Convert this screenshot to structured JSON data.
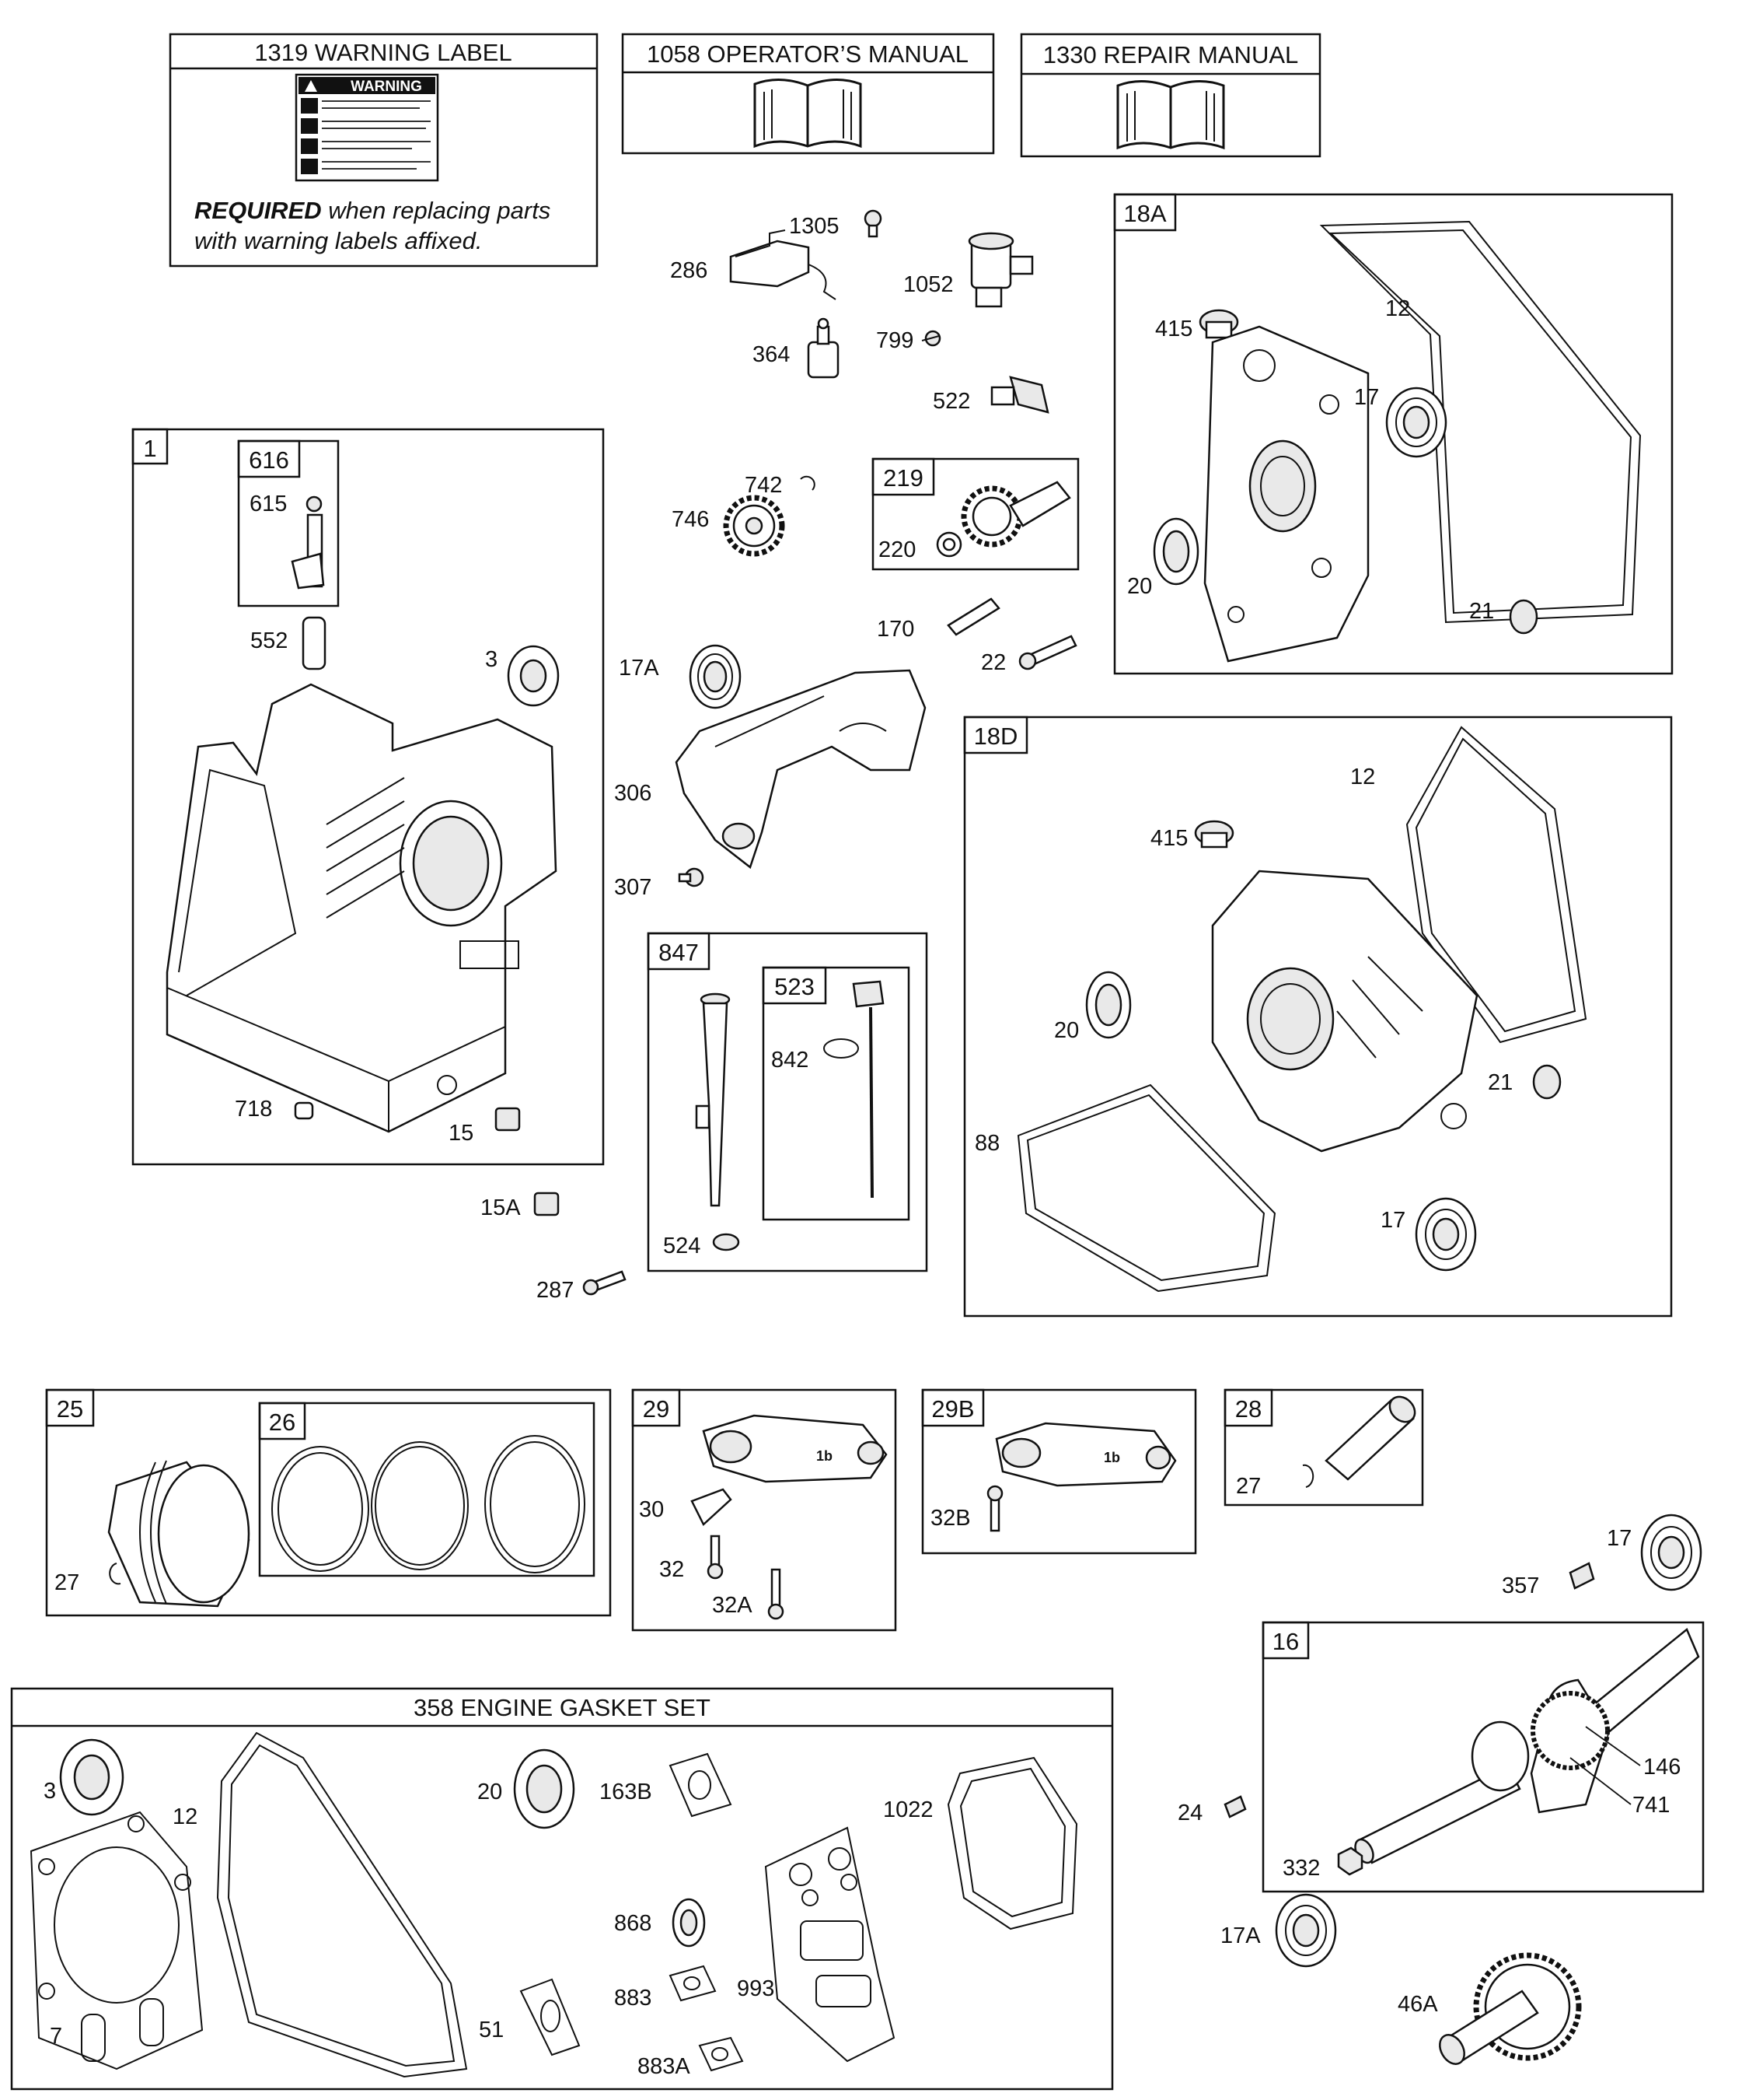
{
  "header_boxes": {
    "warning_label": {
      "title": "1319 WARNING LABEL",
      "sticker_title": "WARNING",
      "note_bold": "REQUIRED",
      "note_line1": " when replacing parts",
      "note_line2": "with warning labels affixed."
    },
    "operators_manual": {
      "title": "1058 OPERATOR’S MANUAL"
    },
    "repair_manual": {
      "title": "1330 REPAIR MANUAL"
    },
    "gasket_set": {
      "title": "358 ENGINE GASKET SET"
    }
  },
  "groups": {
    "g1": "1",
    "g616": "616",
    "g18A": "18A",
    "g219": "219",
    "g18D": "18D",
    "g847": "847",
    "g523": "523",
    "g25": "25",
    "g26": "26",
    "g29": "29",
    "g29B": "29B",
    "g28": "28",
    "g16": "16"
  },
  "parts": {
    "p1305": "1305",
    "p286": "286",
    "p1052": "1052",
    "p799": "799",
    "p364": "364",
    "p522": "522",
    "p742": "742",
    "p746": "746",
    "p220": "220",
    "p170": "170",
    "p22": "22",
    "p17A": "17A",
    "p306": "306",
    "p307": "307",
    "p615": "615",
    "p552": "552",
    "p3": "3",
    "p718": "718",
    "p15": "15",
    "p15A": "15A",
    "p287": "287",
    "p842": "842",
    "p524": "524",
    "p415a": "415",
    "p12a": "12",
    "p17a": "17",
    "p20a": "20",
    "p21a": "21",
    "p12b": "12",
    "p415b": "415",
    "p20b": "20",
    "p21b": "21",
    "p88": "88",
    "p17b": "17",
    "p27a": "27",
    "p30": "30",
    "p32": "32",
    "p32A": "32A",
    "p32B": "32B",
    "p27b": "27",
    "p17c": "17",
    "p357": "357",
    "p146": "146",
    "p741": "741",
    "p24": "24",
    "p332": "332",
    "p17Ab": "17A",
    "p46A": "46A",
    "g3": "3",
    "g12": "12",
    "g7": "7",
    "g20": "20",
    "g163B": "163B",
    "g1022": "1022",
    "g868": "868",
    "g883": "883",
    "g993": "993",
    "g51": "51",
    "g883A": "883A"
  }
}
